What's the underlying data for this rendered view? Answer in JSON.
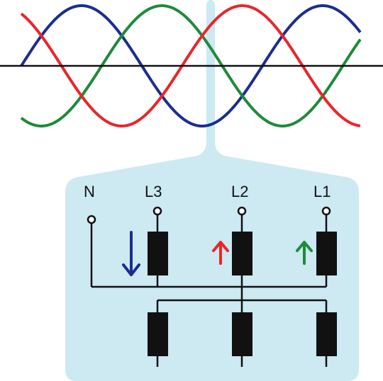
{
  "diagram": {
    "description_free": true,
    "labels": {
      "neutral": "N",
      "l3": "L3",
      "l2": "L2",
      "l1": "L1"
    },
    "colors": {
      "phase_red": "#e8262a",
      "phase_green": "#1e8a3a",
      "phase_blue": "#1b2d8f",
      "panel_fill": "#cde9f2",
      "wire": "#111111"
    },
    "arrows": {
      "l3": "down",
      "l2": "up",
      "l1": "up"
    }
  }
}
